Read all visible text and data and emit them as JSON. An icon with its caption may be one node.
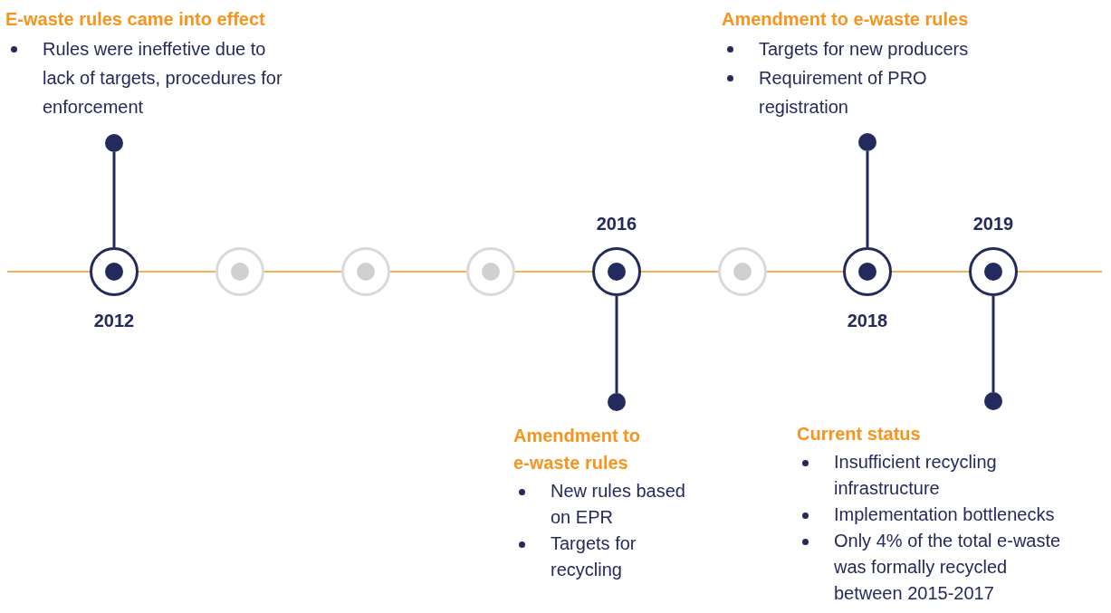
{
  "diagram": {
    "nodes": [
      {
        "text": [
          "E-waste rules came into effect",
          "Rules were ineffetive due to lack of targets, procedures for enforcement"
        ]
      },
      {
        "text": [
          "Amendment to e-waste rules",
          "Targets for new producers",
          "Requirement of PRO registration"
        ]
      },
      {
        "text": [],
        "shape": "circle"
      },
      {
        "text": [],
        "shape": "circle"
      },
      {
        "text": [],
        "shape": "circle",
        "beside": [
          "2012"
        ]
      },
      {
        "text": [],
        "shape": "circle"
      },
      {
        "text": [],
        "shape": "circle"
      },
      {
        "text": [],
        "shape": "circle"
      },
      {
        "text": [],
        "shape": "circle",
        "beside": [
          "2016"
        ]
      },
      {
        "text": [],
        "shape": "circle"
      },
      {
        "text": [],
        "shape": "circle",
        "beside": [
          "2018"
        ]
      },
      {
        "text": [],
        "shape": "circle",
        "beside": [
          "2019"
        ]
      },
      {
        "text": [],
        "shape": "circle"
      },
      {
        "text": [],
        "shape": "circle"
      },
      {
        "text": [
          "Amendment to e-waste rules",
          "New rules based on EPR",
          "Targets for recycling"
        ]
      },
      {
        "text": [
          "Current status",
          "Insufficient recycling infrastructure",
          "Implementation bottlenecks",
          "Only 4% of the total e-waste was formally recycled between 2015-2017"
        ]
      }
    ],
    "edges": [
      {
        "from": null,
        "to": 4,
        "arrow": "none"
      },
      {
        "from": 4,
        "to": 5,
        "arrow": "none"
      },
      {
        "from": 5,
        "to": 6,
        "arrow": "none"
      },
      {
        "from": 6,
        "to": 7,
        "arrow": "none"
      },
      {
        "from": 7,
        "to": 8,
        "arrow": "none"
      },
      {
        "from": 8,
        "to": 9,
        "arrow": "none"
      },
      {
        "from": 9,
        "to": 10,
        "arrow": "none"
      },
      {
        "from": 10,
        "to": 11,
        "arrow": "none"
      },
      {
        "from": 11,
        "to": null,
        "arrow": "none"
      },
      {
        "from": 4,
        "to": 2,
        "arrow": "none",
        "color": "#232a5c"
      },
      {
        "from": 10,
        "to": 3,
        "arrow": "none",
        "color": "#232a5c"
      },
      {
        "from": 8,
        "to": 12,
        "arrow": "none",
        "color": "#232a5c"
      },
      {
        "from": 11,
        "to": 13,
        "arrow": "none",
        "color": "#232a5c"
      }
    ]
  }
}
